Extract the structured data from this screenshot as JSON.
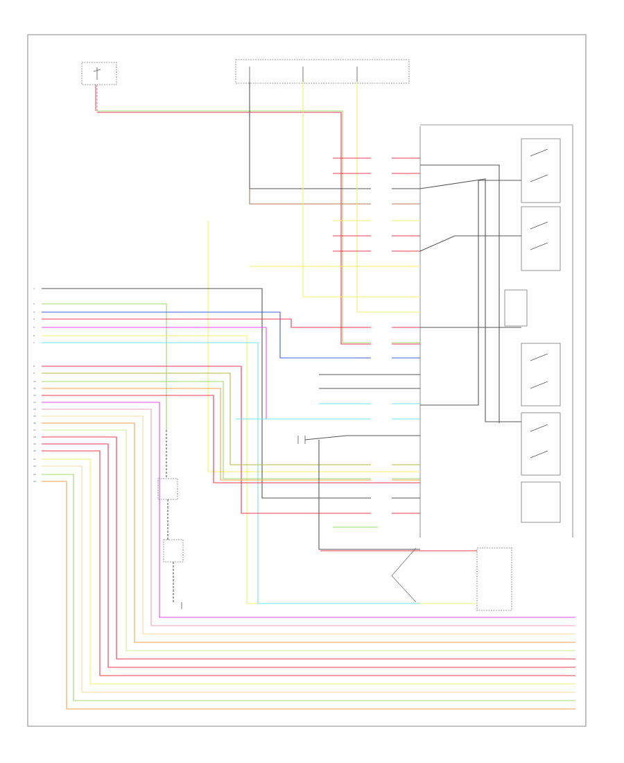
{
  "diagram": {
    "footer_text": "",
    "colors": {
      "frame": "#888888",
      "black": "#555555",
      "brown": "#b07b52",
      "red": "#e8384f",
      "pink": "#f4a6b4",
      "yellow": "#f4ee6a",
      "green": "#9bd86c",
      "light_green": "#c6f08f",
      "blue": "#3f5be3",
      "cyan": "#6fe4ee",
      "magenta": "#e84ce8",
      "orange": "#f7a24a",
      "tan": "#f3d8a2",
      "gray": "#999999",
      "olive": "#b5b84a"
    },
    "labels": {
      "hot_at_all_times": "",
      "fuse_box": "",
      "ecm_header": "",
      "relay_1": "",
      "relay_2": "",
      "fuel_pump_relay": "",
      "egr_relay": "",
      "mil_relay": "",
      "a_c_relay": "",
      "sensor_ground": "",
      "oxygen_sensor": "",
      "throttle_sensor": "",
      "fuel_pump": "",
      "ground": "",
      "ignition_coil": "",
      "distributor": "",
      "dlc": ""
    },
    "left_connector_pins": [
      "1",
      "2",
      "3",
      "4",
      "5",
      "6",
      "7",
      "8",
      "9",
      "10",
      "11",
      "12",
      "13",
      "14",
      "15",
      "16",
      "17",
      "18",
      "19",
      "20",
      "21",
      "22",
      "23",
      "24",
      "25"
    ],
    "right_bus_labels": [
      "",
      "",
      "",
      "",
      "",
      "",
      "",
      "",
      "",
      "",
      "",
      ""
    ],
    "ecm_pin_labels": [
      "",
      "",
      "",
      "",
      "",
      "",
      "",
      "",
      "",
      "",
      "",
      "",
      "",
      "",
      "",
      "",
      "",
      "",
      "",
      "",
      "",
      "",
      "",
      "",
      "",
      "",
      "",
      ""
    ]
  }
}
